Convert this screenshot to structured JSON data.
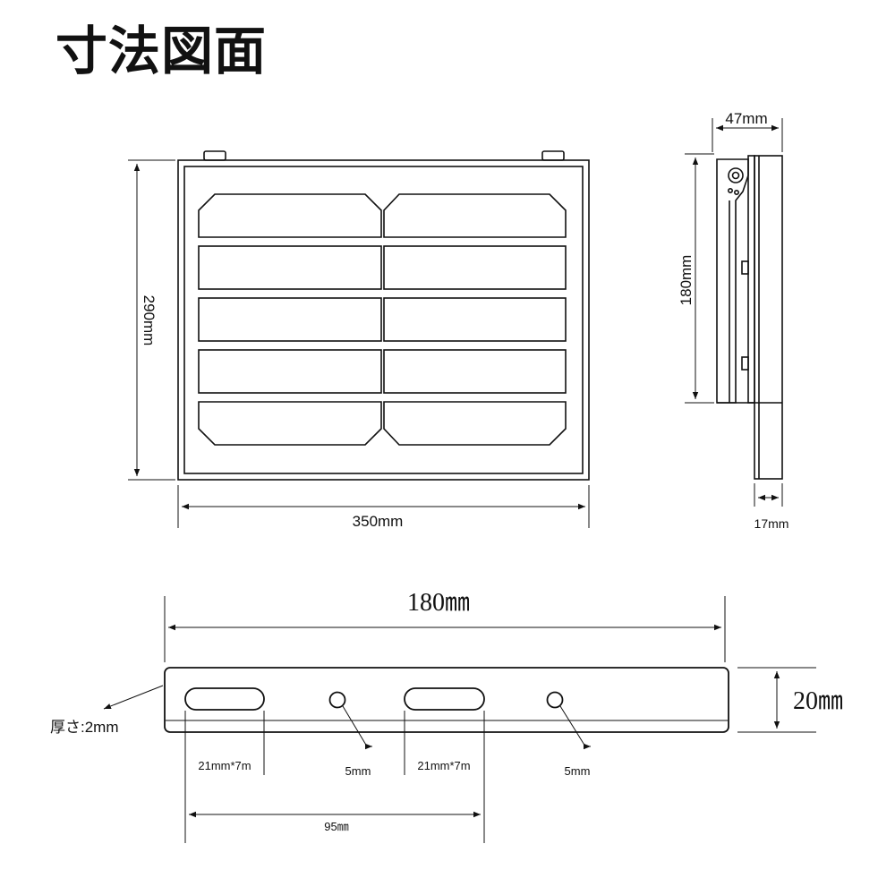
{
  "title": "寸法図面",
  "front_view": {
    "height_label": "290mm",
    "width_label": "350mm"
  },
  "side_view": {
    "width_label": "47mm",
    "height_label": "180mm",
    "depth_label": "17mm"
  },
  "bracket": {
    "length_label": "180㎜",
    "height_label": "20㎜",
    "thickness_label": "厚さ:2mm",
    "slot1_label": "21mm*7m",
    "slot2_label": "21mm*7m",
    "hole1_label": "5mm",
    "hole2_label": "5mm",
    "spacing_label": "95㎜"
  },
  "colors": {
    "line": "#111111"
  }
}
